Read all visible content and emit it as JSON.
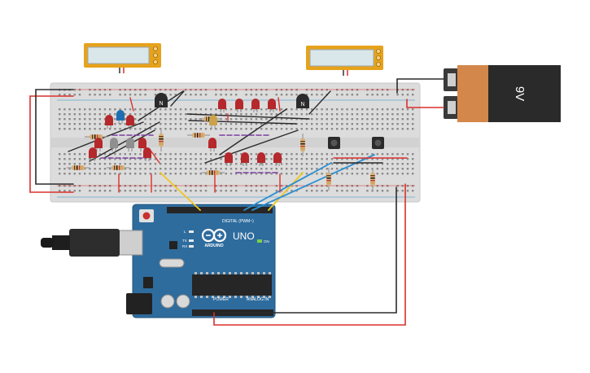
{
  "battery": {
    "label": "9V"
  },
  "arduino": {
    "logo": "ARDUINO",
    "model": "UNO",
    "on_label": "ON",
    "digital_label": "DIGITAL (PWM~)",
    "power_label": "POWER",
    "analog_label": "ANALOG IN",
    "tx_label": "TX",
    "rx_label": "RX",
    "l_label": "L"
  },
  "transistors": {
    "left_label": "N",
    "right_label": "N"
  },
  "colors": {
    "breadboard": "#dcdcdc",
    "arduino_board": "#2e6c9e",
    "wire_red": "#d9302c",
    "wire_black": "#2b2b2b",
    "wire_yellow": "#f2c521",
    "wire_blue": "#2b8fd0",
    "wire_purple": "#7b3fa0",
    "led_red": "#b5282b",
    "lcd_frame": "#e6a21b",
    "lcd_screen": "#d9e6ea",
    "battery_body": "#2a2a2a",
    "battery_label": "#d4874a"
  }
}
